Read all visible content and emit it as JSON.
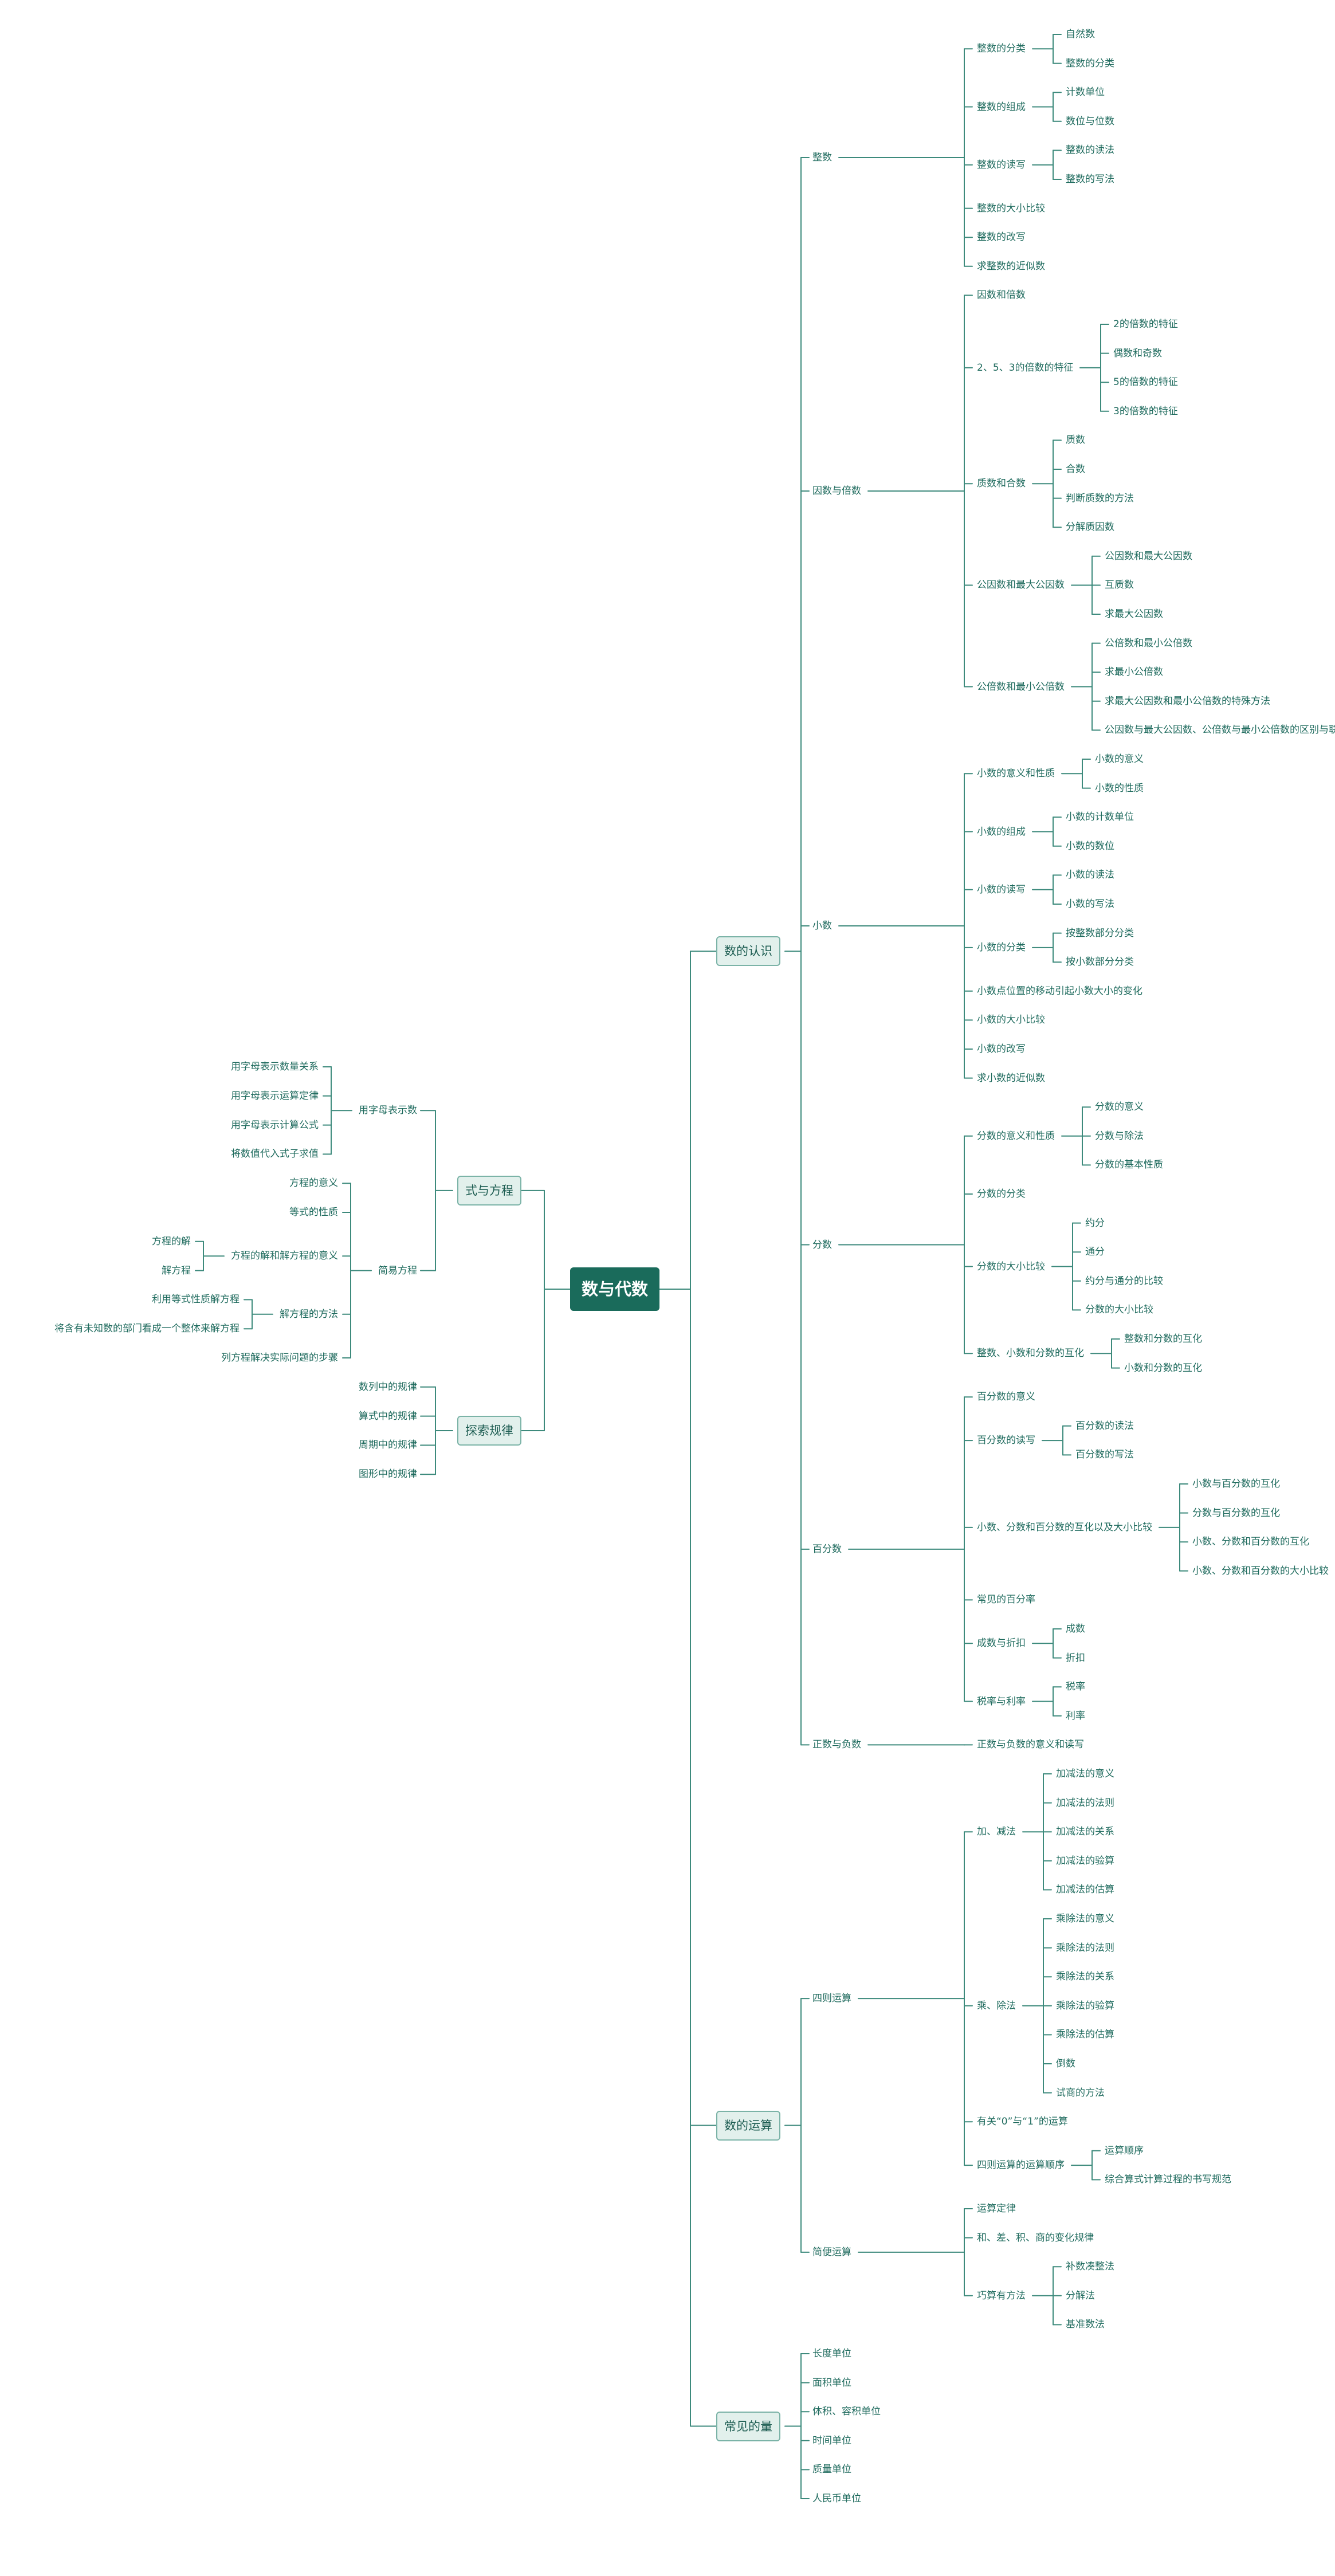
{
  "mindmap": {
    "root": "数与代数",
    "line_color": "#3d8a7c",
    "root_color": "#1a6b5b",
    "branch_fill": "#e2f0ec",
    "branch_border": "#7bb3a7",
    "text_color": "#1f6b5e",
    "right": [
      {
        "label": "数的认识",
        "children": [
          {
            "label": "整数",
            "children": [
              {
                "label": "整数的分类",
                "children": [
                  {
                    "label": "自然数"
                  },
                  {
                    "label": "整数的分类"
                  }
                ]
              },
              {
                "label": "整数的组成",
                "children": [
                  {
                    "label": "计数单位"
                  },
                  {
                    "label": "数位与位数"
                  }
                ]
              },
              {
                "label": "整数的读写",
                "children": [
                  {
                    "label": "整数的读法"
                  },
                  {
                    "label": "整数的写法"
                  }
                ]
              },
              {
                "label": "整数的大小比较"
              },
              {
                "label": "整数的改写"
              },
              {
                "label": "求整数的近似数"
              }
            ]
          },
          {
            "label": "因数与倍数",
            "children": [
              {
                "label": "因数和倍数"
              },
              {
                "label": "2、5、3的倍数的特征",
                "children": [
                  {
                    "label": "2的倍数的特征"
                  },
                  {
                    "label": "偶数和奇数"
                  },
                  {
                    "label": "5的倍数的特征"
                  },
                  {
                    "label": "3的倍数的特征"
                  }
                ]
              },
              {
                "label": "质数和合数",
                "children": [
                  {
                    "label": "质数"
                  },
                  {
                    "label": "合数"
                  },
                  {
                    "label": "判断质数的方法"
                  },
                  {
                    "label": "分解质因数"
                  }
                ]
              },
              {
                "label": "公因数和最大公因数",
                "children": [
                  {
                    "label": "公因数和最大公因数"
                  },
                  {
                    "label": "互质数"
                  },
                  {
                    "label": "求最大公因数"
                  }
                ]
              },
              {
                "label": "公倍数和最小公倍数",
                "children": [
                  {
                    "label": "公倍数和最小公倍数"
                  },
                  {
                    "label": "求最小公倍数"
                  },
                  {
                    "label": "求最大公因数和最小公倍数的特殊方法"
                  },
                  {
                    "label": "公因数与最大公因数、公倍数与最小公倍数的区别与联系"
                  }
                ]
              }
            ]
          },
          {
            "label": "小数",
            "children": [
              {
                "label": "小数的意义和性质",
                "children": [
                  {
                    "label": "小数的意义"
                  },
                  {
                    "label": "小数的性质"
                  }
                ]
              },
              {
                "label": "小数的组成",
                "children": [
                  {
                    "label": "小数的计数单位"
                  },
                  {
                    "label": "小数的数位"
                  }
                ]
              },
              {
                "label": "小数的读写",
                "children": [
                  {
                    "label": "小数的读法"
                  },
                  {
                    "label": "小数的写法"
                  }
                ]
              },
              {
                "label": "小数的分类",
                "children": [
                  {
                    "label": "按整数部分分类"
                  },
                  {
                    "label": "按小数部分分类"
                  }
                ]
              },
              {
                "label": "小数点位置的移动引起小数大小的变化"
              },
              {
                "label": "小数的大小比较"
              },
              {
                "label": "小数的改写"
              },
              {
                "label": "求小数的近似数"
              }
            ]
          },
          {
            "label": "分数",
            "children": [
              {
                "label": "分数的意义和性质",
                "children": [
                  {
                    "label": "分数的意义"
                  },
                  {
                    "label": "分数与除法"
                  },
                  {
                    "label": "分数的基本性质"
                  }
                ]
              },
              {
                "label": "分数的分类"
              },
              {
                "label": "分数的大小比较",
                "children": [
                  {
                    "label": "约分"
                  },
                  {
                    "label": "通分"
                  },
                  {
                    "label": "约分与通分的比较"
                  },
                  {
                    "label": "分数的大小比较"
                  }
                ]
              },
              {
                "label": "整数、小数和分数的互化",
                "children": [
                  {
                    "label": "整数和分数的互化"
                  },
                  {
                    "label": "小数和分数的互化"
                  }
                ]
              }
            ]
          },
          {
            "label": "百分数",
            "children": [
              {
                "label": "百分数的意义"
              },
              {
                "label": "百分数的读写",
                "children": [
                  {
                    "label": "百分数的读法"
                  },
                  {
                    "label": "百分数的写法"
                  }
                ]
              },
              {
                "label": "小数、分数和百分数的互化以及大小比较",
                "children": [
                  {
                    "label": "小数与百分数的互化"
                  },
                  {
                    "label": "分数与百分数的互化"
                  },
                  {
                    "label": "小数、分数和百分数的互化"
                  },
                  {
                    "label": "小数、分数和百分数的大小比较"
                  }
                ]
              },
              {
                "label": "常见的百分率"
              },
              {
                "label": "成数与折扣",
                "children": [
                  {
                    "label": "成数"
                  },
                  {
                    "label": "折扣"
                  }
                ]
              },
              {
                "label": "税率与利率",
                "children": [
                  {
                    "label": "税率"
                  },
                  {
                    "label": "利率"
                  }
                ]
              }
            ]
          },
          {
            "label": "正数与负数",
            "children": [
              {
                "label": "正数与负数的意义和读写"
              }
            ]
          }
        ]
      },
      {
        "label": "数的运算",
        "children": [
          {
            "label": "四则运算",
            "children": [
              {
                "label": "加、减法",
                "children": [
                  {
                    "label": "加减法的意义"
                  },
                  {
                    "label": "加减法的法则"
                  },
                  {
                    "label": "加减法的关系"
                  },
                  {
                    "label": "加减法的验算"
                  },
                  {
                    "label": "加减法的估算"
                  }
                ]
              },
              {
                "label": "乘、除法",
                "children": [
                  {
                    "label": "乘除法的意义"
                  },
                  {
                    "label": "乘除法的法则"
                  },
                  {
                    "label": "乘除法的关系"
                  },
                  {
                    "label": "乘除法的验算"
                  },
                  {
                    "label": "乘除法的估算"
                  },
                  {
                    "label": "倒数"
                  },
                  {
                    "label": "试商的方法"
                  }
                ]
              },
              {
                "label": "有关“0”与“1”的运算"
              },
              {
                "label": "四则运算的运算顺序",
                "children": [
                  {
                    "label": "运算顺序"
                  },
                  {
                    "label": "综合算式计算过程的书写规范"
                  }
                ]
              }
            ]
          },
          {
            "label": "简便运算",
            "children": [
              {
                "label": "运算定律"
              },
              {
                "label": "和、差、积、商的变化规律"
              },
              {
                "label": "巧算有方法",
                "children": [
                  {
                    "label": "补数凑整法"
                  },
                  {
                    "label": "分解法"
                  },
                  {
                    "label": "基准数法"
                  }
                ]
              }
            ]
          }
        ]
      },
      {
        "label": "常见的量",
        "children": [
          {
            "label": "长度单位"
          },
          {
            "label": "面积单位"
          },
          {
            "label": "体积、容积单位"
          },
          {
            "label": "时间单位"
          },
          {
            "label": "质量单位"
          },
          {
            "label": "人民币单位"
          }
        ]
      }
    ],
    "left": [
      {
        "label": "式与方程",
        "children": [
          {
            "label": "用字母表示数",
            "children": [
              {
                "label": "用字母表示数量关系"
              },
              {
                "label": "用字母表示运算定律"
              },
              {
                "label": "用字母表示计算公式"
              },
              {
                "label": "将数值代入式子求值"
              }
            ]
          },
          {
            "label": "简易方程",
            "children": [
              {
                "label": "方程的意义"
              },
              {
                "label": "等式的性质"
              },
              {
                "label": "方程的解和解方程的意义",
                "children": [
                  {
                    "label": "方程的解"
                  },
                  {
                    "label": "解方程"
                  }
                ]
              },
              {
                "label": "解方程的方法",
                "children": [
                  {
                    "label": "利用等式性质解方程"
                  },
                  {
                    "label": "将含有未知数的部门看成一个整体来解方程"
                  }
                ]
              },
              {
                "label": "列方程解决实际问题的步骤"
              }
            ]
          }
        ]
      },
      {
        "label": "探索规律",
        "children": [
          {
            "label": "数列中的规律"
          },
          {
            "label": "算式中的规律"
          },
          {
            "label": "周期中的规律"
          },
          {
            "label": "图形中的规律"
          }
        ]
      }
    ]
  }
}
